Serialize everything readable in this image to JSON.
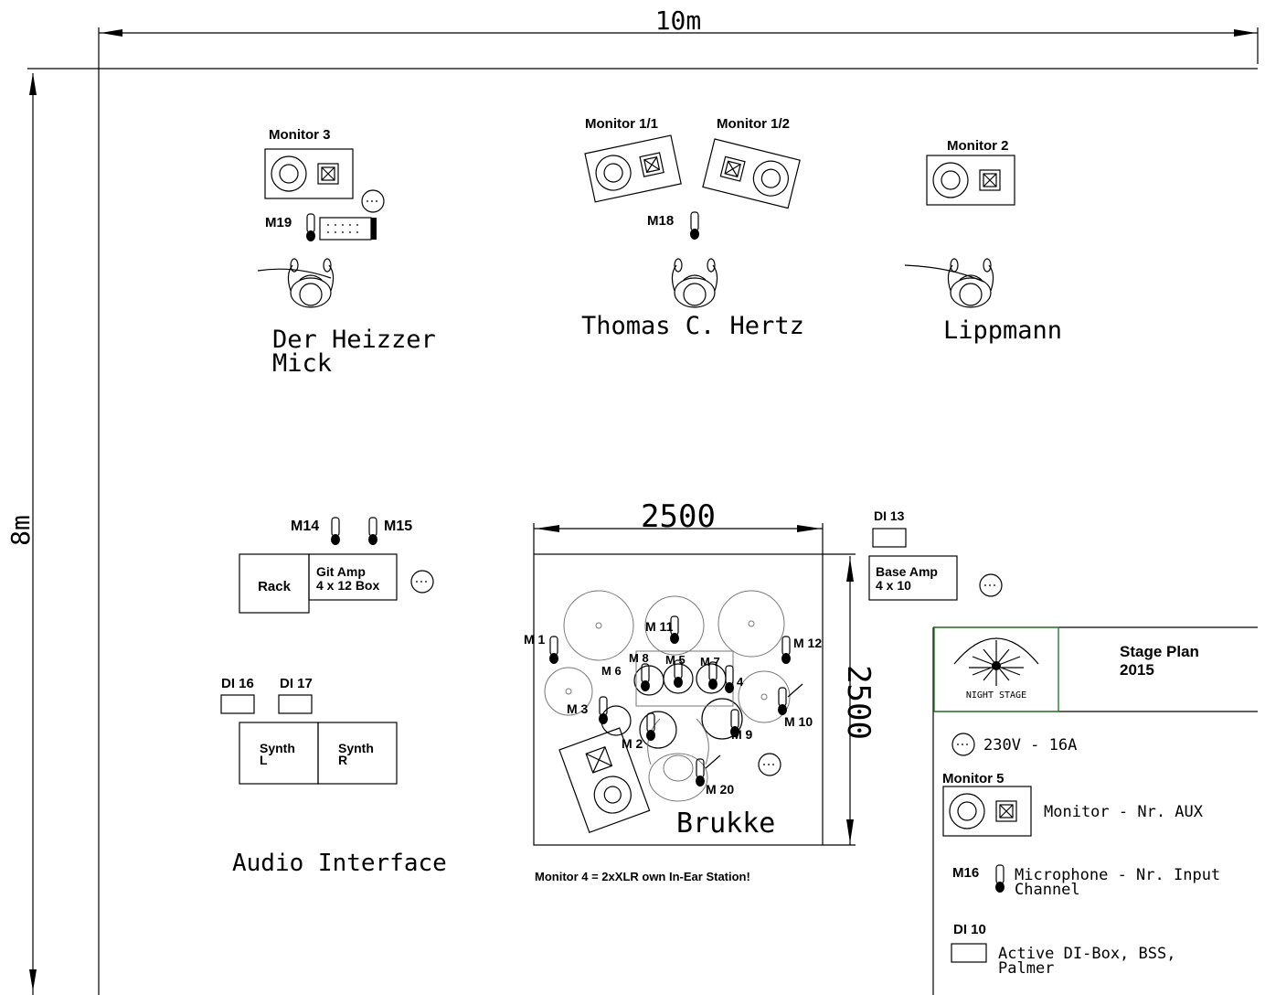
{
  "dimensions": {
    "width": "10m",
    "height": "8m",
    "riser_width": "2500",
    "riser_depth": "2500"
  },
  "monitors": {
    "monitor3": "Monitor 3",
    "monitor1_1": "Monitor 1/1",
    "monitor1_2": "Monitor 1/2",
    "monitor2": "Monitor 2"
  },
  "mics": {
    "m19": "M19",
    "m18": "M18",
    "m14": "M14",
    "m15": "M15",
    "m1": "M 1",
    "m11": "M 11",
    "m12": "M 12",
    "m6": "M 6",
    "m3": "M 3",
    "m8": "M 8",
    "m5": "M 5",
    "m7": "M 7",
    "m4": "4",
    "m2": "M 2",
    "m9": "M 9",
    "m10": "M 10",
    "m20": "M 20"
  },
  "performers": {
    "left_line1": "Der Heizzer",
    "left_line2": "Mick",
    "center": "Thomas C. Hertz",
    "right": "Lippmann",
    "drummer": "Brukke"
  },
  "equipment": {
    "rack": "Rack",
    "git_amp_line1": "Git Amp",
    "git_amp_line2": "4 x 12 Box",
    "di13": "DI 13",
    "bass_amp_line1": "Base Amp",
    "bass_amp_line2": "4 x 10",
    "di16": "DI 16",
    "di17": "DI 17",
    "synth_l_line1": "Synth",
    "synth_l_line2": "L",
    "synth_r_line1": "Synth",
    "synth_r_line2": "R",
    "audio_interface": "Audio Interface",
    "monitor4_note": "Monitor 4 = 2xXLR own In-Ear Station!"
  },
  "legend": {
    "title_line1": "Stage Plan",
    "title_line2": "2015",
    "power": "230V - 16A",
    "monitor5": "Monitor 5",
    "monitor_desc": "Monitor - Nr. AUX",
    "mic_label": "M16",
    "mic_desc_line1": "Microphone - Nr. Input",
    "mic_desc_line2": "Channel",
    "di_label": "DI 10",
    "di_desc_line1": "Active DI-Box, BSS,",
    "di_desc_line2": "Palmer",
    "logo_text": "NIGHT STAGE"
  }
}
